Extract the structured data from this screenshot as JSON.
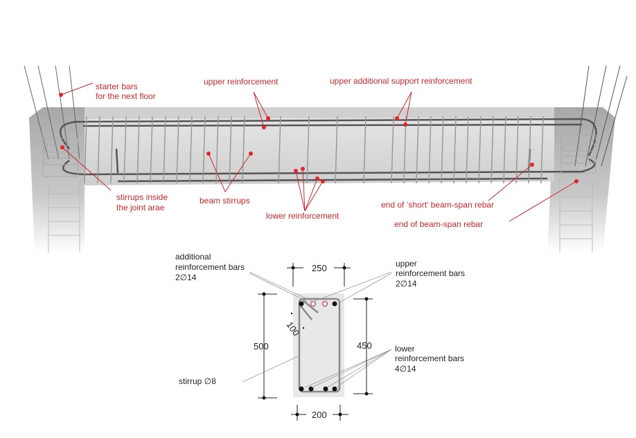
{
  "beam_labels": {
    "starter_bars": [
      "starter bars",
      "for the next floor"
    ],
    "upper_reinforcement": "upper reinforcement",
    "upper_additional": "upper additional support reinforcement",
    "stirrups_joint": [
      "stirrups inside",
      "the joint arae"
    ],
    "beam_stirrups": "beam stirrups",
    "lower_reinforcement": "lower reinforcement",
    "end_short": "end of ‘short’ beam-span rebar",
    "end_span": "end of beam-span rebar"
  },
  "section_labels": {
    "additional": [
      "additional",
      "reinforcement bars",
      "2∅14"
    ],
    "upper": [
      "upper",
      "reinforcement bars",
      "2∅14"
    ],
    "lower": [
      "lower",
      "reinforcement bars",
      "4∅14"
    ],
    "stirrup": "stirrup ∅8"
  },
  "dimensions": {
    "top_width": "250",
    "bottom_width": "200",
    "height": "500",
    "inner_height": "450",
    "diagonal": "100"
  },
  "colors": {
    "label": "#d4262b",
    "concrete": "#e6e6e6"
  }
}
